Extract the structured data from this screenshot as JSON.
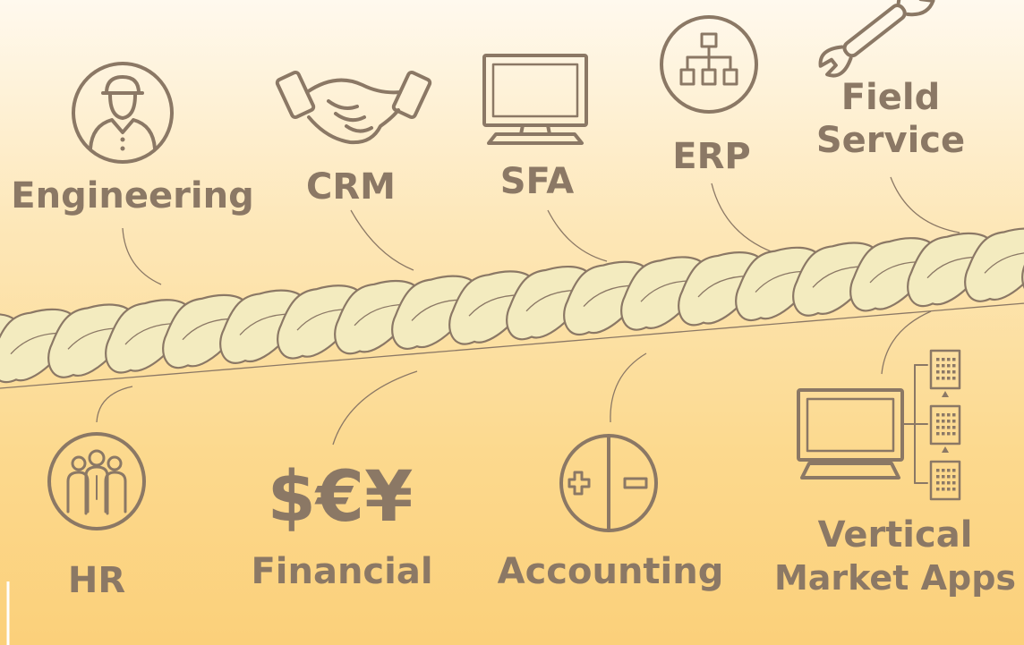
{
  "diagram": {
    "labels": {
      "engineering": "Engineering",
      "crm": "CRM",
      "sfa": "SFA",
      "erp": "ERP",
      "field_service_1": "Field",
      "field_service_2": "Service",
      "hr": "HR",
      "financial": "Financial",
      "accounting": "Accounting",
      "vertical_1": "Vertical",
      "vertical_2": "Market Apps"
    },
    "icons": {
      "engineering": "engineer-hardhat-icon",
      "crm": "handshake-icon",
      "sfa": "computer-monitor-icon",
      "erp": "org-chart-icon",
      "field_service": "wrench-icon",
      "hr": "people-group-icon",
      "financial": "currency-icon",
      "accounting": "plus-minus-icon",
      "vertical": "monitor-servers-icon"
    },
    "currency_symbols": "$€¥",
    "colors": {
      "text": "#8b7865",
      "rope": "#f3ebbf",
      "bg_top": "#fff9ee",
      "bg_bottom": "#fbd07a"
    }
  }
}
